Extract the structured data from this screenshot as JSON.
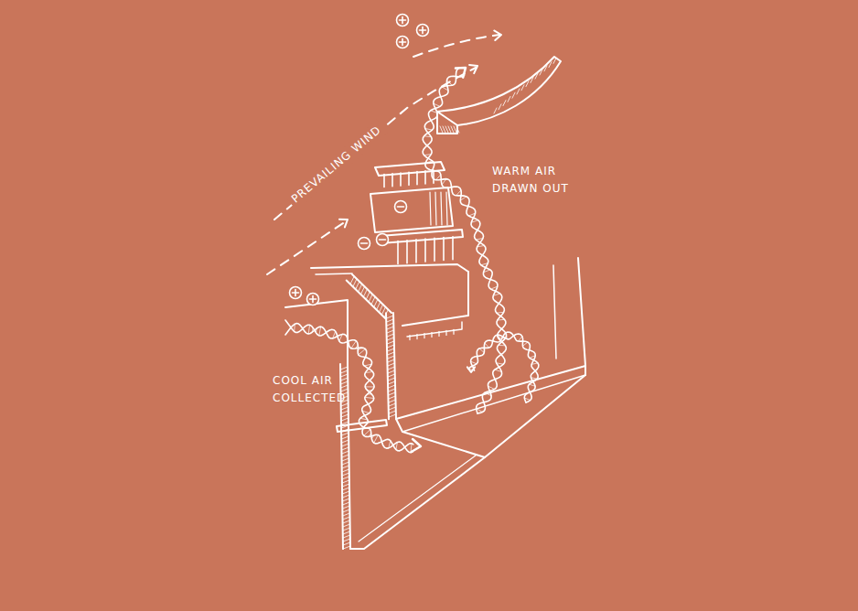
{
  "diagram": {
    "labels": [
      "PREVAILING WIND",
      "WARM AIR DRAWN OUT",
      "COOL AIR COLLECTED"
    ]
  }
}
